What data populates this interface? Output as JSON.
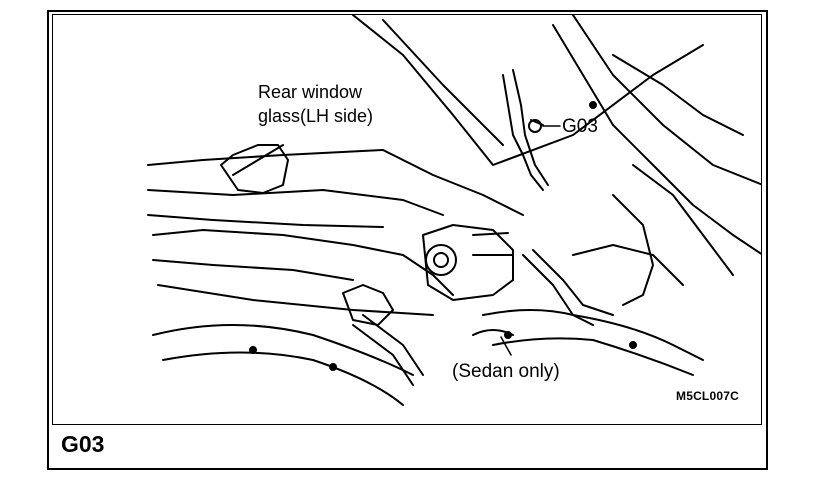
{
  "figure": {
    "labels": {
      "rear_window_line1": "Rear window",
      "rear_window_line2": "glass(LH side)",
      "ground_point": "G03",
      "sedan_note": "(Sedan only)"
    },
    "figure_code": "M5CL007C",
    "component_id": "G03"
  }
}
